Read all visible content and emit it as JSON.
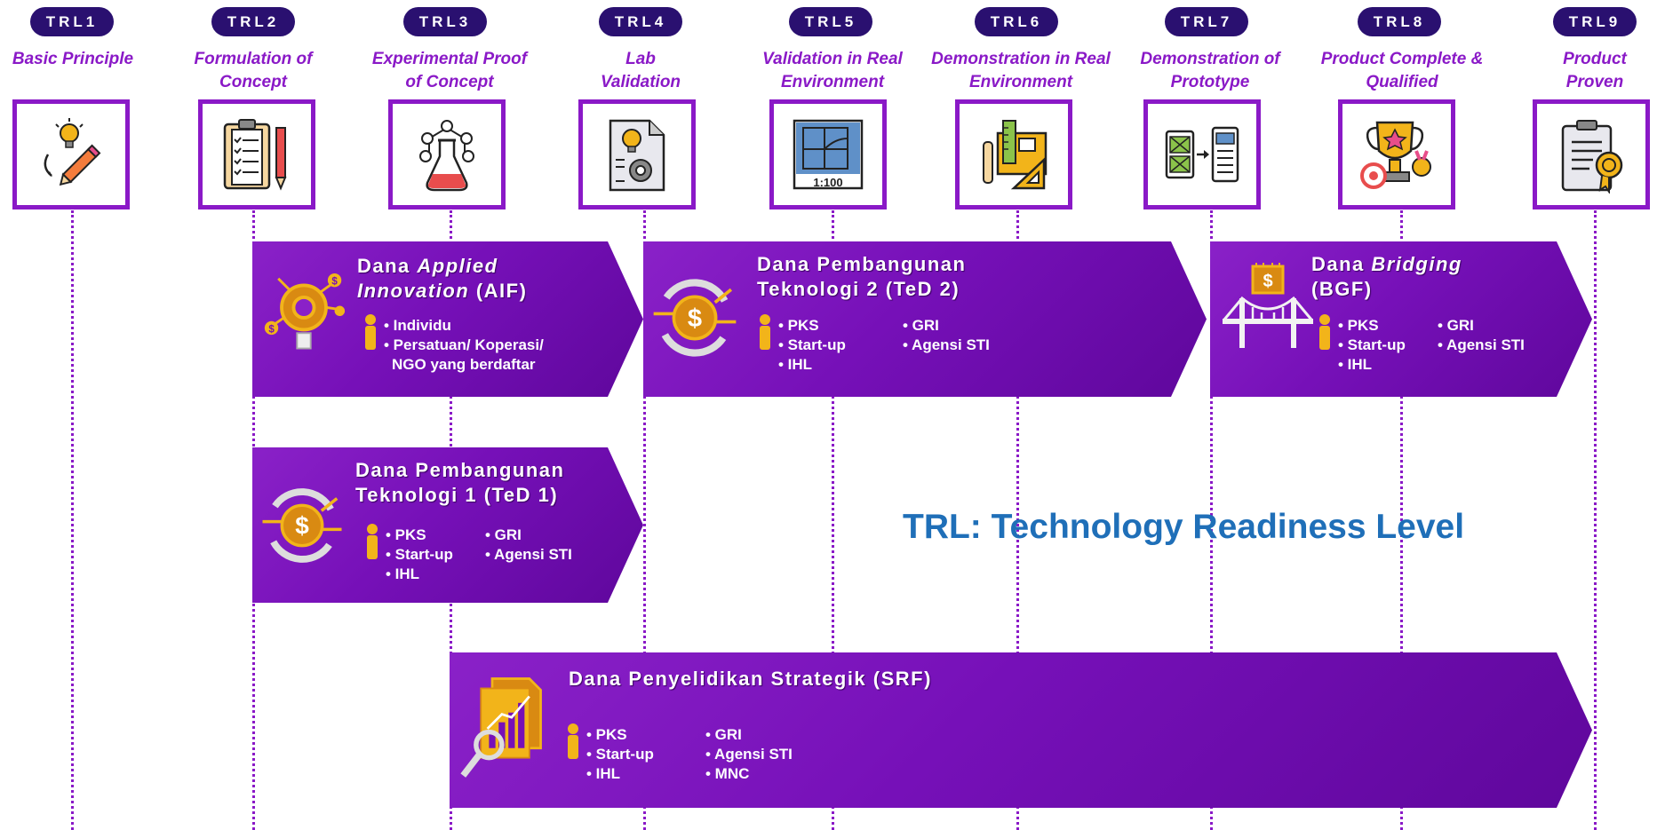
{
  "stages": [
    {
      "badge": "TRL1",
      "title": "Basic Principle",
      "icon": "idea-pencil-icon"
    },
    {
      "badge": "TRL2",
      "title": "Formulation of Concept",
      "icon": "checklist-pencil-icon"
    },
    {
      "badge": "TRL3",
      "title": "Experimental Proof of Concept",
      "icon": "flask-molecule-icon"
    },
    {
      "badge": "TRL4",
      "title": "Lab Validation",
      "icon": "lab-document-icon"
    },
    {
      "badge": "TRL5",
      "title": "Validation in Real Environment",
      "icon": "blueprint-scale-icon",
      "icon_text": "1:100"
    },
    {
      "badge": "TRL6",
      "title": "Demonstration in Real Environment",
      "icon": "design-tools-icon"
    },
    {
      "badge": "TRL7",
      "title": "Demonstration of Prototype",
      "icon": "prototype-devices-icon"
    },
    {
      "badge": "TRL8",
      "title": "Product Complete & Qualified",
      "icon": "trophy-medal-icon"
    },
    {
      "badge": "TRL9",
      "title": "Product Proven",
      "icon": "certificate-clipboard-icon"
    }
  ],
  "funds": {
    "aif": {
      "title_pre": "Dana ",
      "title_italic": "Applied Innovation",
      "title_post": " (AIF)",
      "col1": [
        "• Individu",
        "• Persatuan/ Koperasi/",
        "  NGO yang berdaftar"
      ],
      "col2": []
    },
    "ted2": {
      "title": "Dana Pembangunan Teknologi 2 (TeD 2)",
      "col1": [
        "• PKS",
        "• Start-up",
        "• IHL"
      ],
      "col2": [
        "• GRI",
        "• Agensi STI"
      ]
    },
    "bgf": {
      "title_pre": "Dana ",
      "title_italic": "Bridging",
      "title_post": " (BGF)",
      "col1": [
        "• PKS",
        "• Start-up",
        "• IHL"
      ],
      "col2": [
        "• GRI",
        "• Agensi STI"
      ]
    },
    "ted1": {
      "title": "Dana Pembangunan Teknologi 1 (TeD 1)",
      "col1": [
        "• PKS",
        "• Start-up",
        "• IHL"
      ],
      "col2": [
        "• GRI",
        "• Agensi STI"
      ]
    },
    "srf": {
      "title": "Dana Penyelidikan Strategik (SRF)",
      "col1": [
        "• PKS",
        "• Start-up",
        "• IHL"
      ],
      "col2": [
        "• GRI",
        "• Agensi STI",
        "• MNC"
      ]
    }
  },
  "definition": "TRL: Technology Readiness Level",
  "colors": {
    "purple": "#8a19c7",
    "navy_badge": "#2a1070",
    "gold": "#f2b41a",
    "definition_blue": "#1f6fb8"
  }
}
